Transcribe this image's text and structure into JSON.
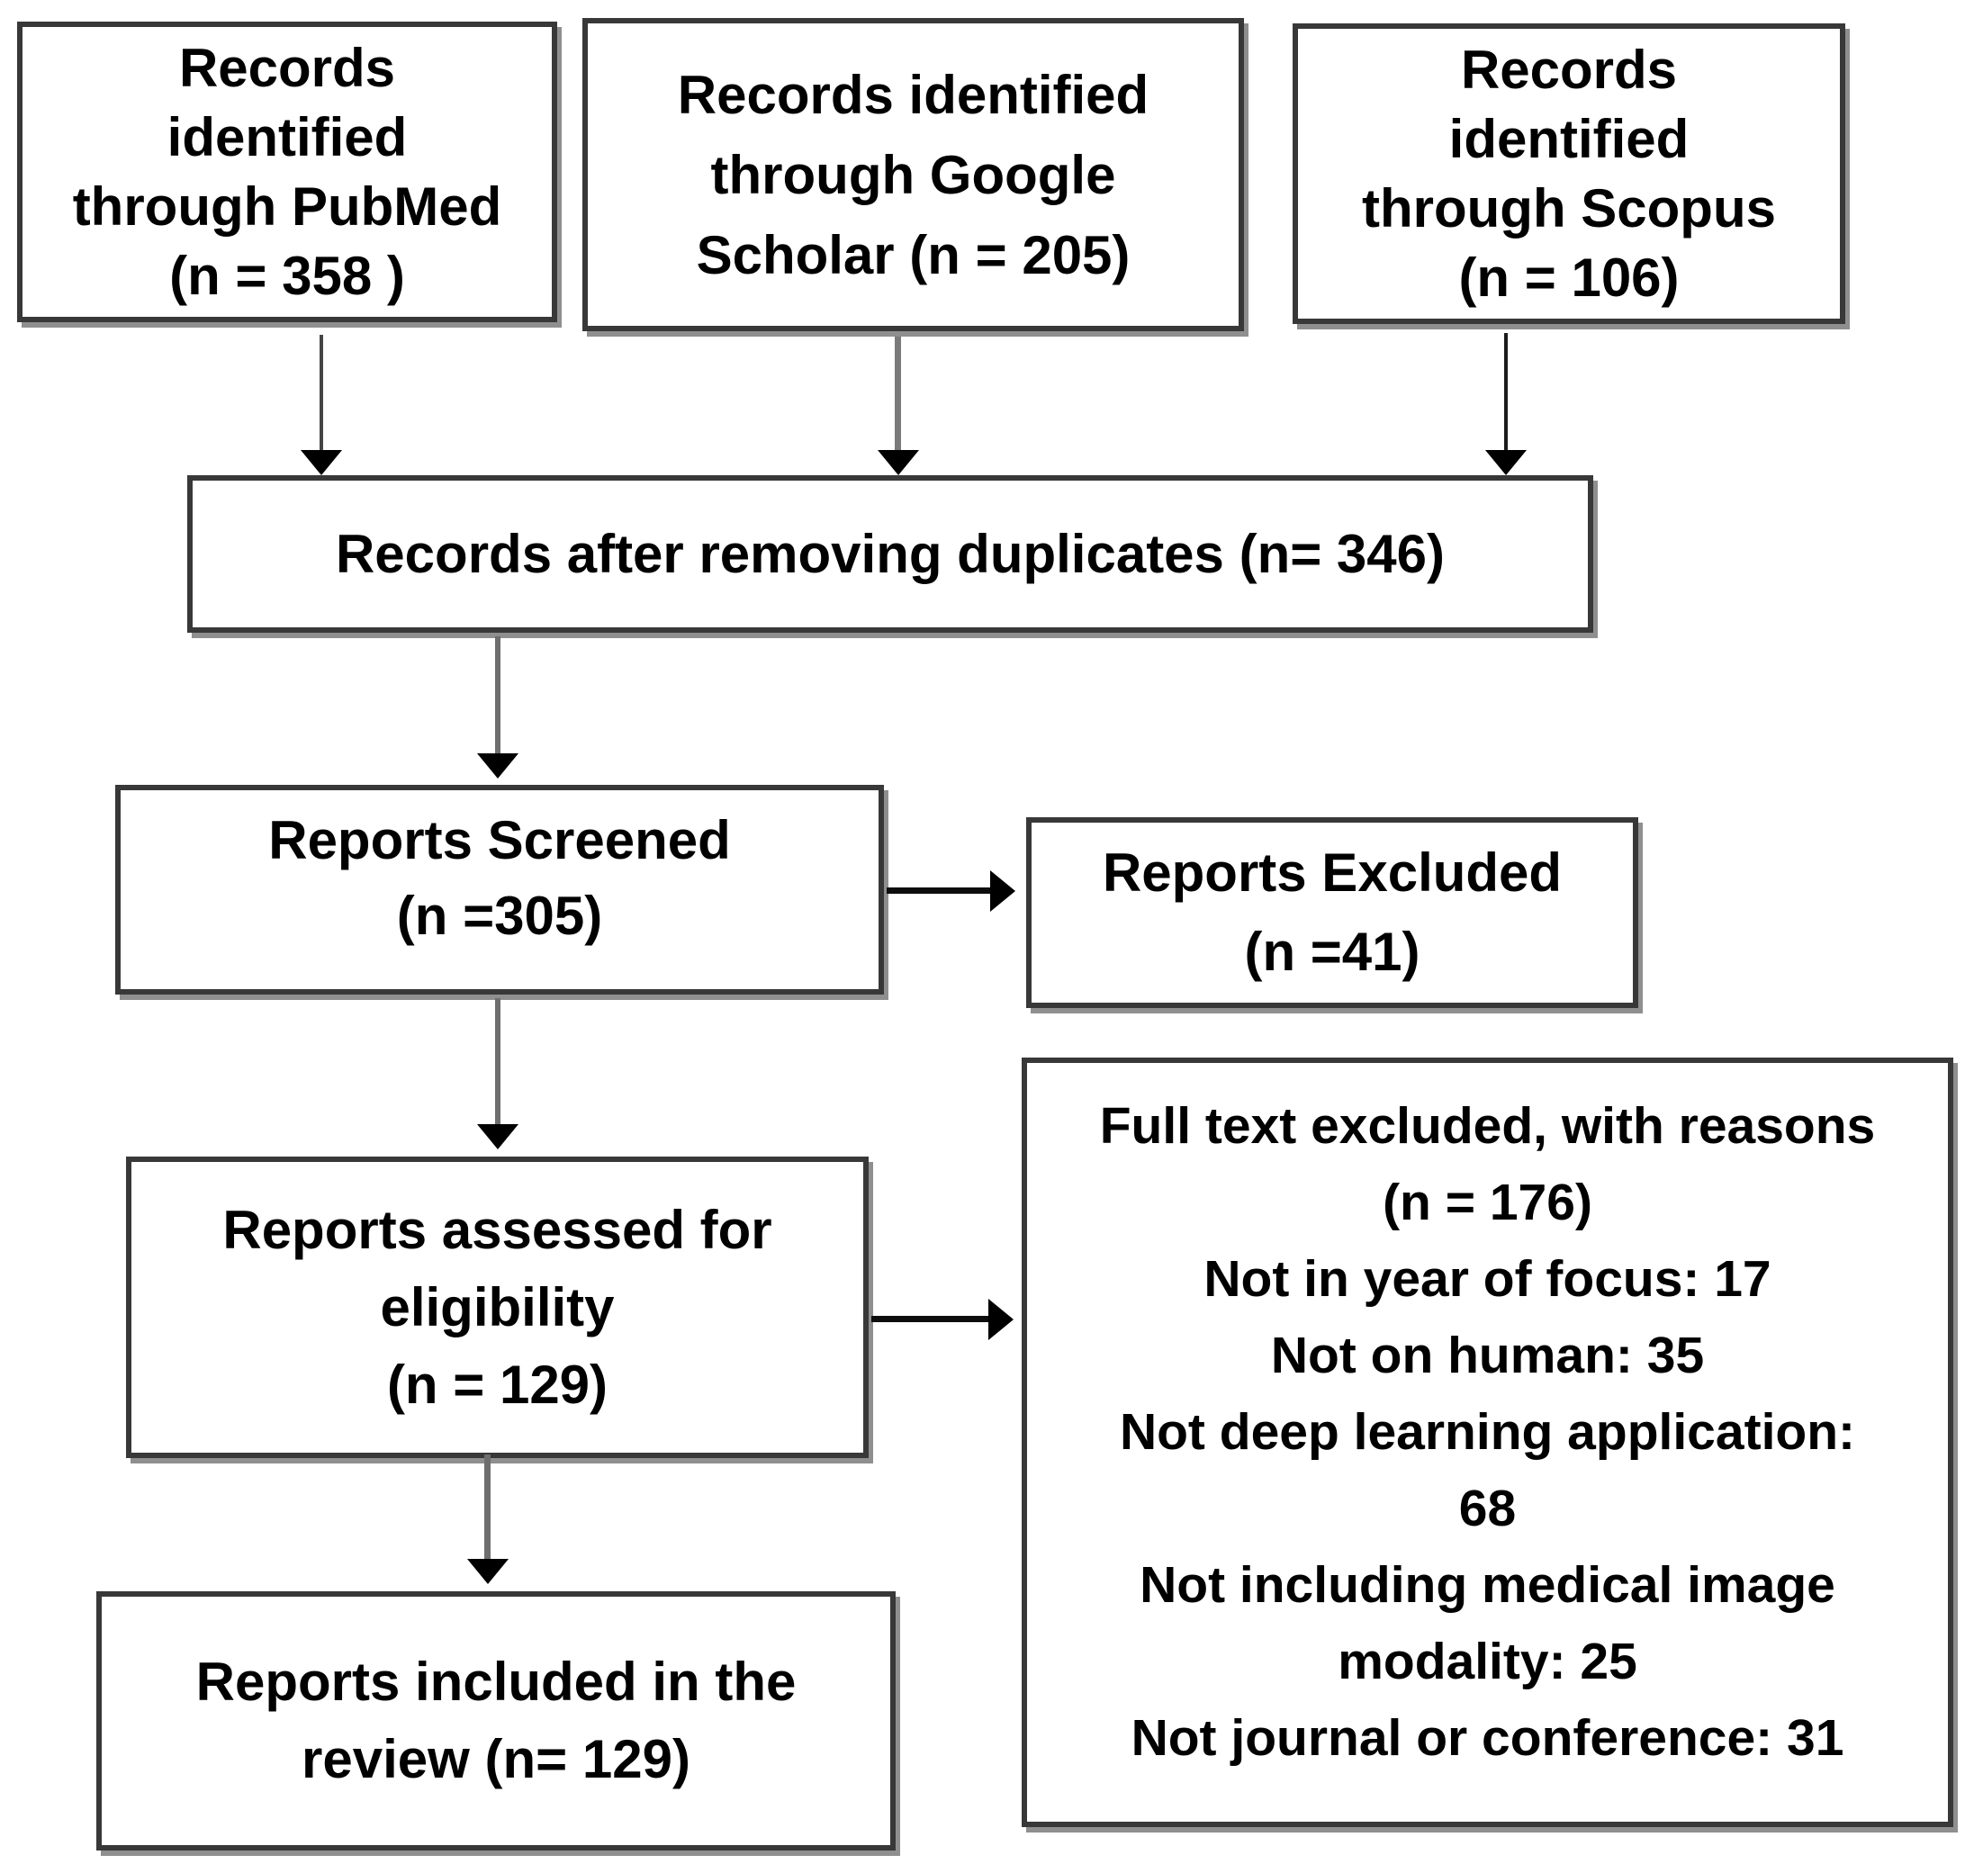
{
  "figure": {
    "type": "prisma-flow-diagram",
    "colors": {
      "background": "#ffffff",
      "box_border": "#383838",
      "box_shadow": "#8f8f8f",
      "arrow_shaft": "#6e6e6e",
      "arrow_head": "#000000",
      "text": "#000000"
    },
    "boxes": {
      "records_pubmed": {
        "lines": [
          "Records",
          "identified",
          "through PubMed",
          "(n = 358 )"
        ]
      },
      "records_google_scholar": {
        "lines": [
          "Records identified",
          "through Google",
          "Scholar (n = 205)"
        ]
      },
      "records_scopus": {
        "lines": [
          "Records",
          "identified",
          "through Scopus",
          "(n = 106)"
        ]
      },
      "records_after_duplicates": {
        "lines": [
          "Records after removing duplicates (n= 346)"
        ]
      },
      "reports_screened": {
        "lines": [
          "Reports Screened",
          "(n =305)"
        ]
      },
      "reports_excluded": {
        "lines": [
          "Reports Excluded",
          "(n =41)"
        ]
      },
      "reports_assessed": {
        "lines": [
          "Reports assessed for",
          "eligibility",
          "(n = 129)"
        ]
      },
      "full_text_excluded": {
        "lines": [
          "Full text excluded, with reasons",
          "(n = 176)",
          "Not in year of focus: 17",
          "Not on human: 35",
          "Not deep learning application:",
          "68",
          "Not including medical image",
          "modality: 25",
          "Not journal or conference: 31"
        ]
      },
      "reports_included": {
        "lines": [
          "Reports included in the",
          "review (n= 129)"
        ]
      }
    },
    "arrows": [
      {
        "from": "records_pubmed",
        "to": "records_after_duplicates"
      },
      {
        "from": "records_google_scholar",
        "to": "records_after_duplicates"
      },
      {
        "from": "records_scopus",
        "to": "records_after_duplicates"
      },
      {
        "from": "records_after_duplicates",
        "to": "reports_screened"
      },
      {
        "from": "reports_screened",
        "to": "reports_excluded"
      },
      {
        "from": "reports_screened",
        "to": "reports_assessed"
      },
      {
        "from": "reports_assessed",
        "to": "full_text_excluded"
      },
      {
        "from": "reports_assessed",
        "to": "reports_included"
      }
    ]
  }
}
